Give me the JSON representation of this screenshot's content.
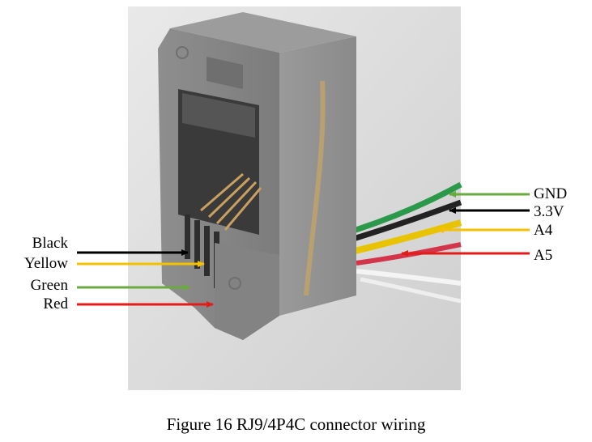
{
  "caption": "Figure 16 RJ9/4P4C connector wiring",
  "colors": {
    "black": "#000000",
    "yellow": "#f5c000",
    "green": "#6aab3f",
    "red": "#e41b17",
    "connector_body": "#858585"
  },
  "left_labels": [
    {
      "text": "Black",
      "color_key": "black"
    },
    {
      "text": "Yellow",
      "color_key": "yellow"
    },
    {
      "text": "Green",
      "color_key": "green"
    },
    {
      "text": "Red",
      "color_key": "red"
    }
  ],
  "right_labels": [
    {
      "text": "GND",
      "color_key": "green"
    },
    {
      "text": "3.3V",
      "color_key": "black"
    },
    {
      "text": "A4",
      "color_key": "yellow"
    },
    {
      "text": "A5",
      "color_key": "red"
    }
  ]
}
